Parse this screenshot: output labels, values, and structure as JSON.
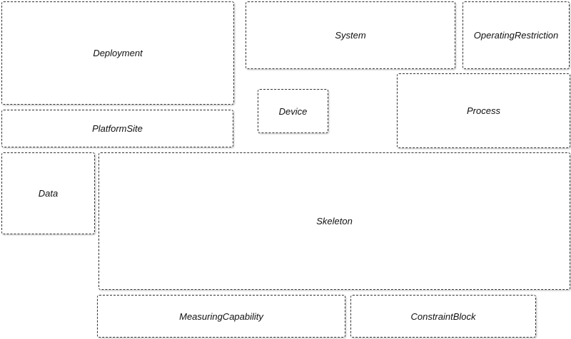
{
  "blocks": {
    "deployment": "Deployment",
    "system": "System",
    "operating_restriction": "OperatingRestriction",
    "device": "Device",
    "process": "Process",
    "platform_site": "PlatformSite",
    "data": "Data",
    "skeleton": "Skeleton",
    "measuring_capability": "MeasuringCapability",
    "constraint_block": "ConstraintBlock"
  }
}
